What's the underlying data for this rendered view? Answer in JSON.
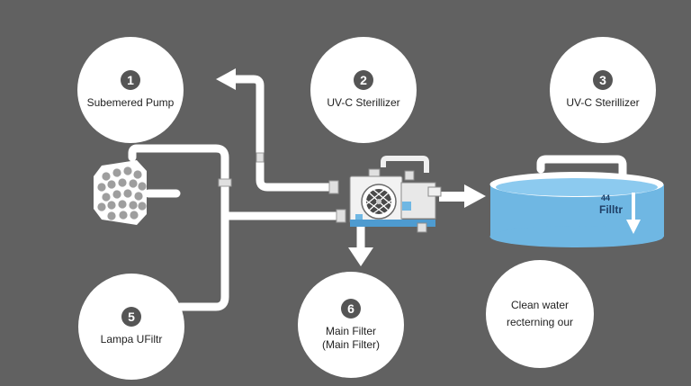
{
  "background_color": "#616161",
  "steps": [
    {
      "number": "1",
      "label": "Subemered Pump"
    },
    {
      "number": "2",
      "label": "UV-C Sterillizer"
    },
    {
      "number": "3",
      "label": "UV-C Sterillizer"
    },
    {
      "number": "5",
      "label": "Lampa UFiltr"
    },
    {
      "number": "6",
      "label_line1": "Main Filter",
      "label_line2": "(Main Filter)"
    }
  ],
  "clean_water": {
    "line1": "Clean water",
    "line2": "recterning our"
  },
  "tank": {
    "number": "44",
    "label": "Filltr",
    "water_color": "#6fb7e3",
    "water_dark": "#4e9bd0"
  },
  "pump_icon": "submersible-pump-icon",
  "filter_icon": "filter-unit-icon",
  "pipe_color": "#ffffff"
}
